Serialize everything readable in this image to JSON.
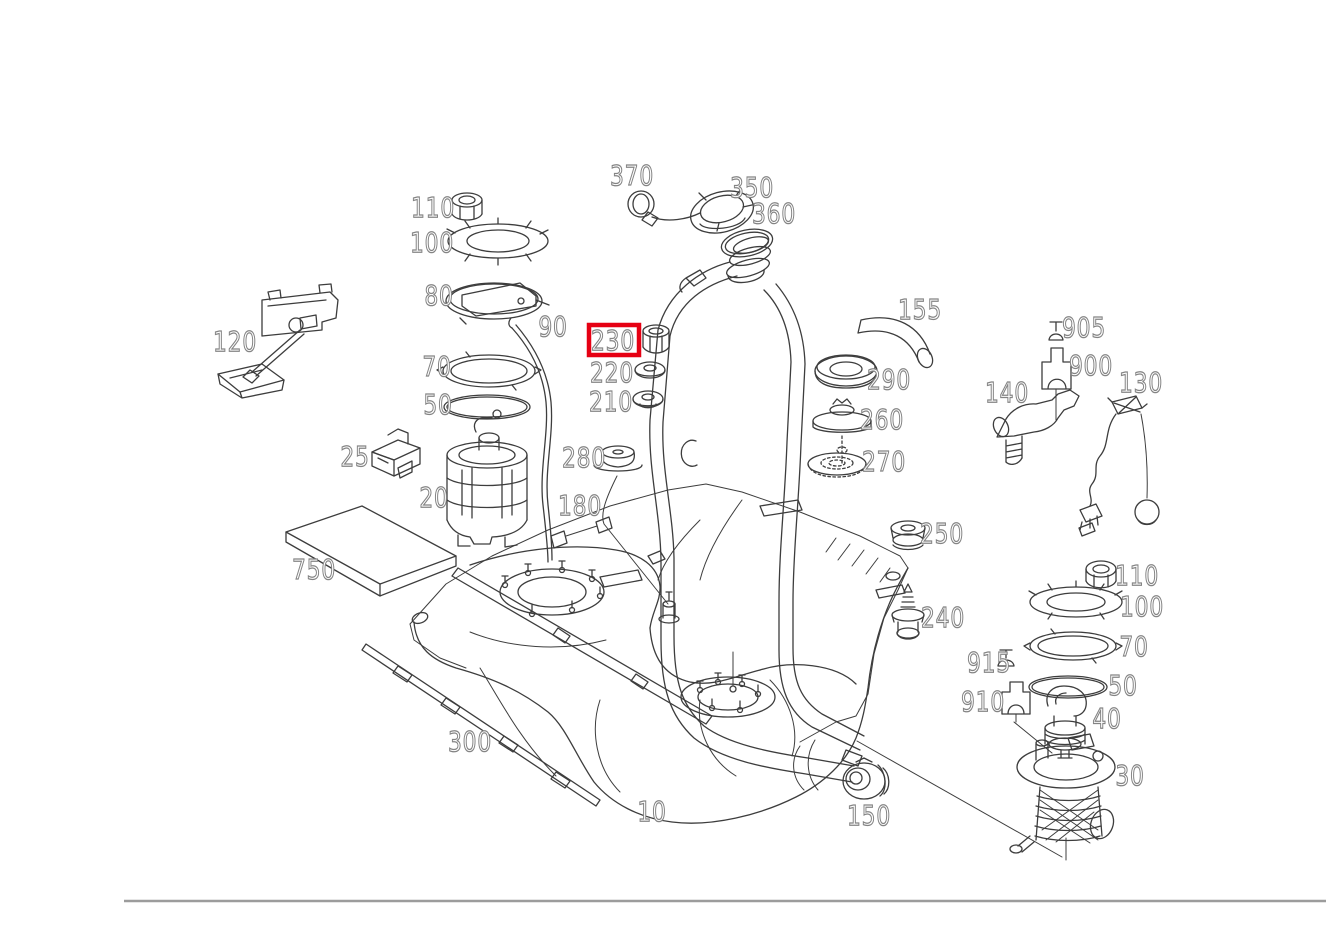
{
  "diagram": {
    "description": "Exploded parts diagram of a vehicle fuel tank assembly",
    "colors": {
      "background": "#ffffff",
      "line_art": "#3d3d3d",
      "label_outline": "#848484",
      "label_fill": "#ffffff",
      "highlight_box": "#e60013",
      "page_border": "#9c9c9c"
    },
    "selected_part": {
      "number": "230",
      "highlighted": true
    },
    "labels": [
      {
        "part": "370",
        "text": "370"
      },
      {
        "part": "350",
        "text": "350"
      },
      {
        "part": "360",
        "text": "360"
      },
      {
        "part": "110-left",
        "text": "110"
      },
      {
        "part": "100-left",
        "text": "100"
      },
      {
        "part": "80",
        "text": "80"
      },
      {
        "part": "90",
        "text": "90"
      },
      {
        "part": "230",
        "text": "230"
      },
      {
        "part": "220",
        "text": "220"
      },
      {
        "part": "210",
        "text": "210"
      },
      {
        "part": "120",
        "text": "120"
      },
      {
        "part": "70-left",
        "text": "70"
      },
      {
        "part": "50-left",
        "text": "50"
      },
      {
        "part": "25",
        "text": "25"
      },
      {
        "part": "155",
        "text": "155"
      },
      {
        "part": "290",
        "text": "290"
      },
      {
        "part": "260",
        "text": "260"
      },
      {
        "part": "270",
        "text": "270"
      },
      {
        "part": "140",
        "text": "140"
      },
      {
        "part": "905",
        "text": "905"
      },
      {
        "part": "900",
        "text": "900"
      },
      {
        "part": "130",
        "text": "130"
      },
      {
        "part": "280",
        "text": "280"
      },
      {
        "part": "20",
        "text": "20"
      },
      {
        "part": "180",
        "text": "180"
      },
      {
        "part": "750",
        "text": "750"
      },
      {
        "part": "250",
        "text": "250"
      },
      {
        "part": "240",
        "text": "240"
      },
      {
        "part": "110-right",
        "text": "110"
      },
      {
        "part": "100-right",
        "text": "100"
      },
      {
        "part": "70-right",
        "text": "70"
      },
      {
        "part": "915",
        "text": "915"
      },
      {
        "part": "50-right",
        "text": "50"
      },
      {
        "part": "910",
        "text": "910"
      },
      {
        "part": "40",
        "text": "40"
      },
      {
        "part": "30",
        "text": "30"
      },
      {
        "part": "300",
        "text": "300"
      },
      {
        "part": "10",
        "text": "10"
      },
      {
        "part": "150",
        "text": "150"
      }
    ]
  }
}
